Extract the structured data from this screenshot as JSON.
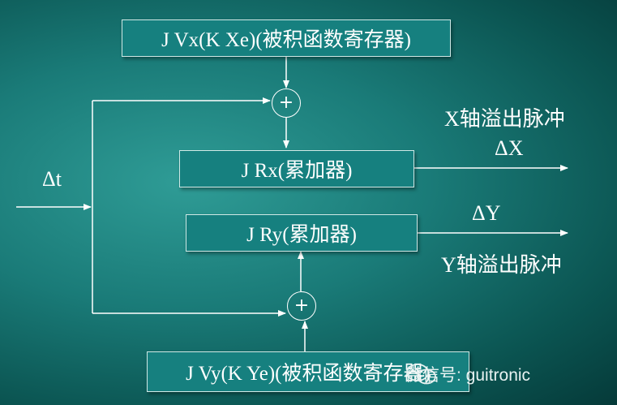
{
  "blocks": {
    "jvx": "J Vx(K Xe)(被积函数寄存器)",
    "jrx": "J Rx(累加器)",
    "jry": "J Ry(累加器)",
    "jvy": "J Vy(K Ye)(被积函数寄存器)"
  },
  "labels": {
    "delta_t": "Δt",
    "x_overflow": "X轴溢出脉冲",
    "delta_x": "ΔX",
    "delta_y": "ΔY",
    "y_overflow": "Y轴溢出脉冲"
  },
  "adders": {
    "symbol": "+"
  },
  "watermark": {
    "text": "微信号: guitronic",
    "icon": "wechat-icon"
  }
}
